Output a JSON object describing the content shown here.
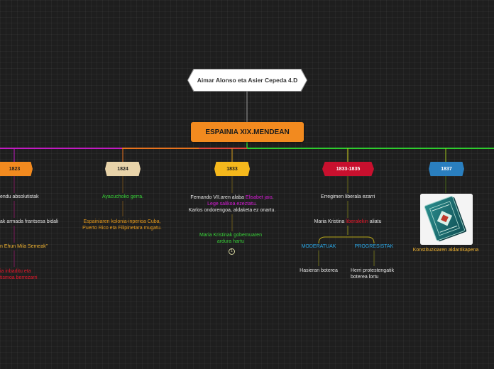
{
  "title": "Aimar Alonso eta Asier Cepeda 4.D",
  "main_topic": "ESPAINIA XIX.MENDEAN",
  "colors": {
    "background": "#1e1e1e",
    "main_topic": "#f28a1f",
    "timeline_magenta": "#c21bc2",
    "timeline_orange": "#e8731e",
    "timeline_red": "#e0463a",
    "timeline_yellow": "#d8d81e",
    "timeline_green": "#2ecc2e"
  },
  "years": [
    {
      "label": "1823",
      "color": "#f28a1f",
      "text_color": "#1b1b1b"
    },
    {
      "label": "1824",
      "color": "#e8d3a9",
      "text_color": "#1b1b1b"
    },
    {
      "label": "1833",
      "color": "#f5b81c",
      "text_color": "#1b1b1b"
    },
    {
      "label": "1833-1835",
      "color": "#c8102e",
      "text_color": "#ffffff"
    },
    {
      "label": "1837",
      "color": "#2a7fbf",
      "text_color": "#ffffff"
    }
  ],
  "col1823": {
    "l1": "endu absolutistak",
    "l2": "ak armada frantsesa bidali",
    "l3": "n Ehun Mila Semeak\"",
    "l4a": "ia inbaditu eta",
    "l4b": "tismoa berrezarri"
  },
  "col1824": {
    "l1": "Ayacuchoko gerra.",
    "l2a": "Espainiaren kolonia-inperioa Cuba,",
    "l2b": "Puerto Rico eta Filipinetara mugatu."
  },
  "col1833": {
    "line1_part1": "Fernando VII.aren alaba ",
    "line1_part2": "Elisabet jaio",
    "line1_part3": ".",
    "line2_part1": "Lege salikoa ezeztatu",
    "line2_part2": ".",
    "line3": "Karlos ondorengoa, aldaketa ez onartu.",
    "l4a": "Maria Kristinak gobernuaren",
    "l4b": "ardura hartu",
    "marker": "1"
  },
  "col1833_1835": {
    "l1": "Erregimen liberala ezarri",
    "l2_part1": "Maria Kristina ",
    "l2_part2": "liberalekin",
    "l2_part3": " aliatu",
    "moderatuak": "MODERATUAK",
    "progresistak": "PROGRESISTAK",
    "mod_text": "Hasieran boterea",
    "prog_a": "Herri protestengatik",
    "prog_b": "boterea lortu"
  },
  "col1837": {
    "caption": "Konstituzioaren aldarrikapena",
    "image_icon": "constitution-book-icon"
  }
}
